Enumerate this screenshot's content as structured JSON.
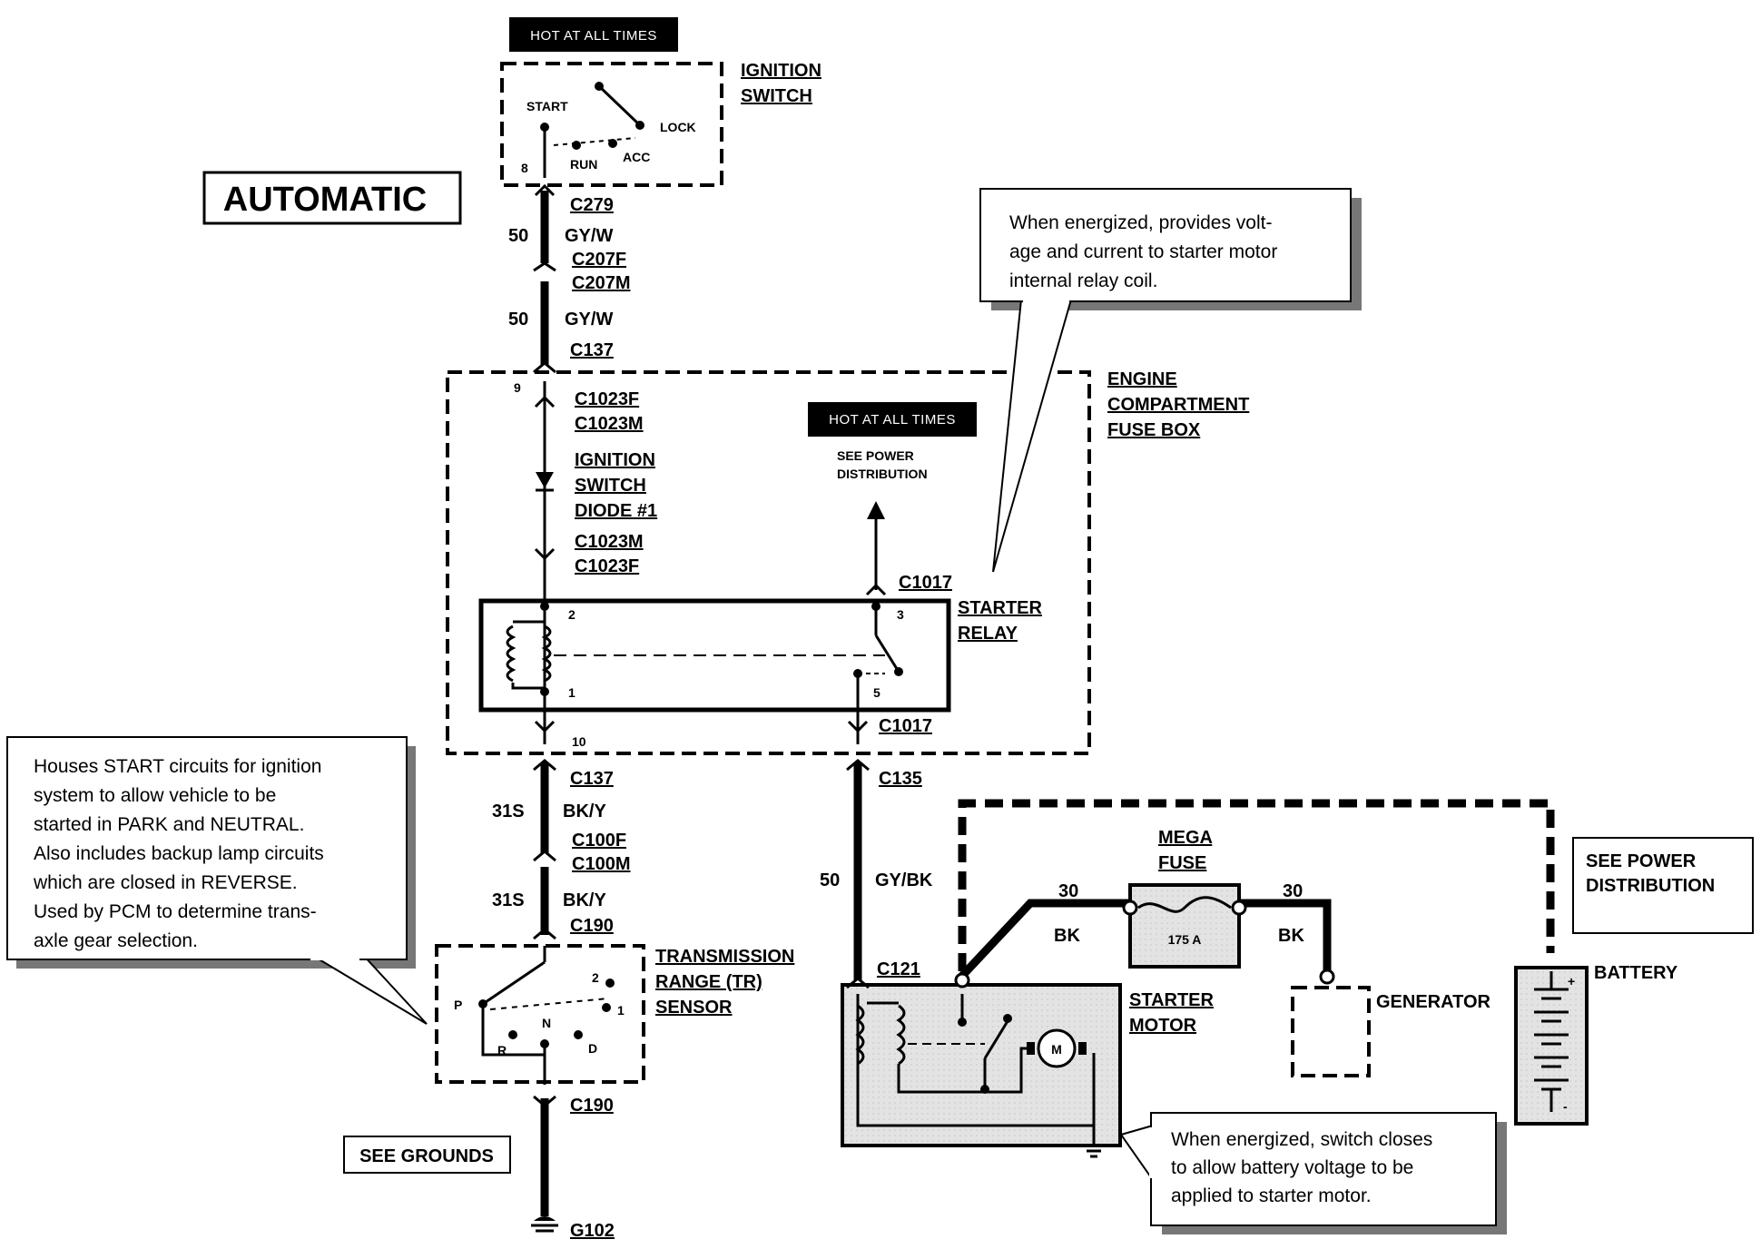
{
  "page_title": "AUTOMATIC",
  "hot_labels": {
    "ignition_switch": "HOT AT ALL TIMES",
    "fuse_box": "HOT AT ALL TIMES"
  },
  "components": {
    "ignition_switch": [
      "IGNITION",
      "SWITCH"
    ],
    "engine_compartment_fuse_box": [
      "ENGINE",
      "COMPARTMENT",
      "FUSE BOX"
    ],
    "ignition_switch_diode": [
      "IGNITION",
      "SWITCH",
      "DIODE #1"
    ],
    "starter_relay": [
      "STARTER",
      "RELAY"
    ],
    "transmission_range_sensor": [
      "TRANSMISSION",
      "RANGE (TR)",
      "SENSOR"
    ],
    "mega_fuse": [
      "MEGA",
      "FUSE"
    ],
    "mega_fuse_rating": "175 A",
    "starter_motor": [
      "STARTER",
      "MOTOR"
    ],
    "generator": "GENERATOR",
    "battery": "BATTERY",
    "motor_symbol": "M"
  },
  "switch_positions": {
    "start": "START",
    "lock": "LOCK",
    "run": "RUN",
    "acc": "ACC",
    "p": "P",
    "r": "R",
    "n": "N",
    "d": "D",
    "two": "2",
    "one": "1"
  },
  "references": {
    "see_power_distribution_inside": [
      "SEE POWER",
      "DISTRIBUTION"
    ],
    "see_power_distribution_box": [
      "SEE POWER",
      "DISTRIBUTION"
    ],
    "see_grounds": "SEE GROUNDS"
  },
  "connectors": {
    "c279": "C279",
    "c207f": "C207F",
    "c207m": "C207M",
    "c137_top": "C137",
    "c1023f_top": "C1023F",
    "c1023m_top": "C1023M",
    "c1023m_bottom": "C1023M",
    "c1023f_bottom": "C1023F",
    "c1017_top": "C1017",
    "c1017_bottom": "C1017",
    "c137_bottom": "C137",
    "c100f": "C100F",
    "c100m": "C100M",
    "c190_top": "C190",
    "c190_bottom": "C190",
    "c135": "C135",
    "c121": "C121",
    "g102": "G102"
  },
  "circuits": {
    "ign_upper_num": "50",
    "ign_upper_color": "GY/W",
    "ign_lower_num": "50",
    "ign_lower_color": "GY/W",
    "trs_upper_num": "31S",
    "trs_upper_color": "BK/Y",
    "trs_lower_num": "31S",
    "trs_lower_color": "BK/Y",
    "starter_feed_num": "50",
    "starter_feed_color": "GY/BK",
    "mega_left_num": "30",
    "mega_left_color": "BK",
    "mega_right_num": "30",
    "mega_right_color": "BK"
  },
  "pins": {
    "ign_8": "8",
    "fuse_9": "9",
    "fuse_10": "10",
    "relay_1": "1",
    "relay_2": "2",
    "relay_3": "3",
    "relay_5": "5",
    "battery_plus": "+",
    "battery_minus": "-"
  },
  "callouts": {
    "relay_note": [
      "When energized, provides volt-",
      "age and current to starter motor",
      "internal relay coil."
    ],
    "trs_note": [
      "Houses START circuits for ignition",
      "system to allow vehicle to be",
      "started in PARK and NEUTRAL.",
      "Also includes backup lamp circuits",
      "which are closed in REVERSE.",
      "Used by PCM to determine trans-",
      "axle gear selection."
    ],
    "motor_note": [
      "When energized, switch closes",
      "to allow battery voltage to be",
      "applied to starter motor."
    ]
  }
}
